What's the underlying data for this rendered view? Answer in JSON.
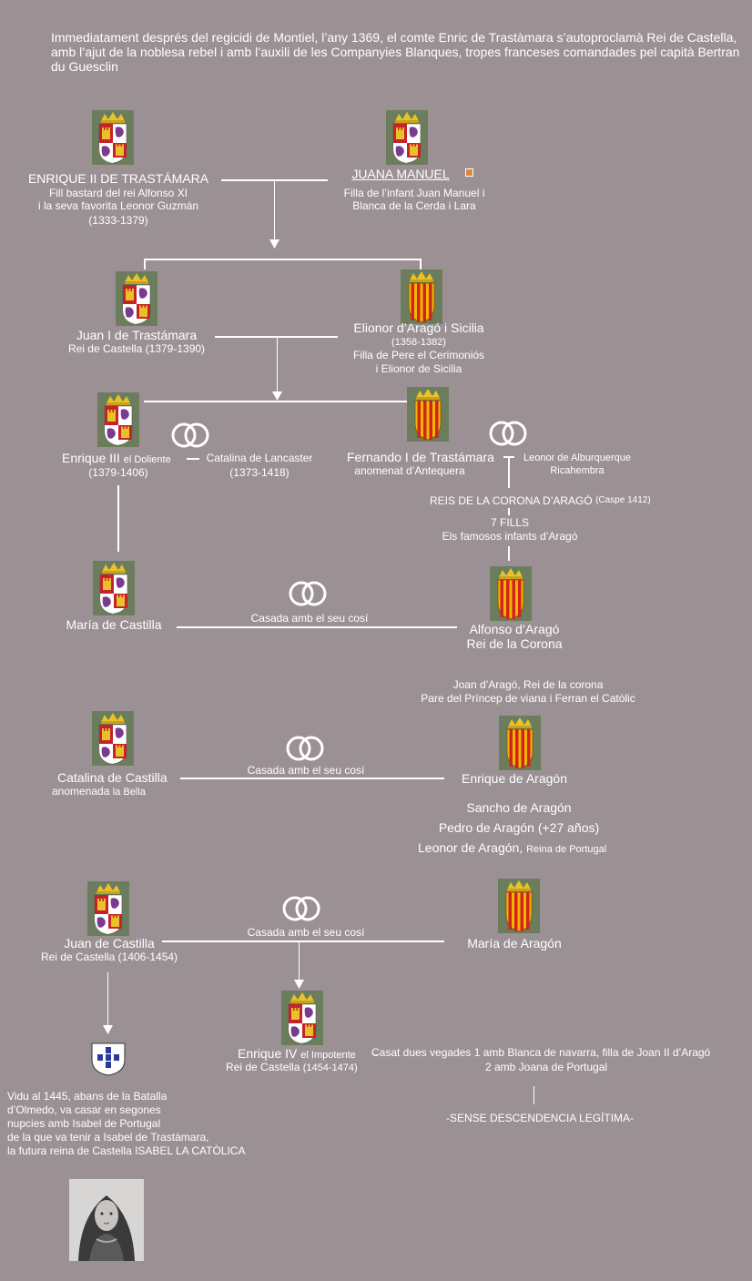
{
  "intro": "Immediatament després del regicidi de Montiel, l’any 1369, el comte Enric de Trastàmara s’autoproclamà Rei de Castella, amb l’ajut de la noblesa rebel i amb l’auxili de les Companyies Blanques, tropes franceses comandades pel capità Bertran du Guesclin",
  "enrique2": {
    "name": "ENRIQUE II DE TRASTÁMARA",
    "l1": "Fill bastard del rei Alfonso XI",
    "l2": "i la seva favorita Leonor Guzmán",
    "l3": "(1333-1379)"
  },
  "juana": {
    "name": "JUANA MANUEL",
    "l1": "Filla de l’infant Juan Manuel i",
    "l2": "Blanca de la Cerda i Lara"
  },
  "juan1": {
    "name": "Juan I de Trastámara",
    "l1": "Rei de Castella (1379-1390)"
  },
  "elionor": {
    "name": "Elionor d’Aragó i Sicilia",
    "l1": "(1358-1382)",
    "l2": "Filla de Pere el Cerimoniós",
    "l3": "i Elionor de Sicilia"
  },
  "enrique3": {
    "name": "Enrique III",
    "suffix": "el Doliente",
    "l1": "(1379-1406)"
  },
  "catalina_l": {
    "name": "Catalina de Lancaster",
    "l1": "(1373-1418)"
  },
  "fernando": {
    "name": "Fernando I de Trastámara",
    "l1": "anomenat d’Antequera"
  },
  "leonor_a": {
    "l1": "Leonor de Alburquerque",
    "l2": "Ricahembra"
  },
  "reis": {
    "label": "REIS DE LA CORONA D’ARAGÓ",
    "sub": "(Caspe 1412)"
  },
  "fills": {
    "l1": "7 FILLS",
    "l2": "Els famosos infants d’Aragó"
  },
  "maria_c": {
    "name": "María de Castilla"
  },
  "alfonso": {
    "name": "Alfonso d’Aragó",
    "l1": "Rei de la Corona"
  },
  "casada": "Casada amb el seu cosí",
  "joan": {
    "l1": "Joan d’Aragó, Rei de la corona",
    "l2": "Pare del Príncep de viana i Ferran el Catòlic"
  },
  "catalina_c": {
    "name": "Catalina de Castilla",
    "l1": "anomenada",
    "l2": "la Bella"
  },
  "enrique_a": {
    "name": "Enrique de Aragón"
  },
  "others": {
    "s1": "Sancho de Aragón",
    "s2": "Pedro de Aragón (+27 años)",
    "s3": "Leonor de Aragón,",
    "s3b": "Reina de Portugal"
  },
  "juan_c": {
    "name": "Juan de Castilla",
    "l1": "Rei de Castella  (1406-1454)"
  },
  "maria_a": {
    "name": "María de Aragón"
  },
  "enrique4": {
    "name": "Enrique IV",
    "suffix": "el Impotente",
    "l1": "Rei de Castella",
    "l2": "(1454-1474)"
  },
  "casat": {
    "l1": "Casat dues vegades 1 amb Blanca de navarra, filla de Joan II d’Aragó",
    "l2": "2 amb Joana de Portugal"
  },
  "sense": "-SENSE DESCENDENCIA LEGÍTIMA-",
  "vidu": {
    "l1": "Vidu al 1445, abans de la Batalla",
    "l2": "d’Olmedo, va casar en segones",
    "l3": "nupcies amb Isabel de Portugal",
    "l4": "de la que va tenir a Isabel de Trastàmara,",
    "l5": "la futura reina de Castella",
    "l5b": "ISABEL LA CATÒLICA"
  },
  "colors": {
    "background": "#9b9195",
    "coat_bg": "#6b7d5c",
    "castile_red": "#c4232b",
    "castile_white": "#ffffff",
    "aragon_gold": "#f2b600",
    "aragon_red": "#d0241f"
  }
}
